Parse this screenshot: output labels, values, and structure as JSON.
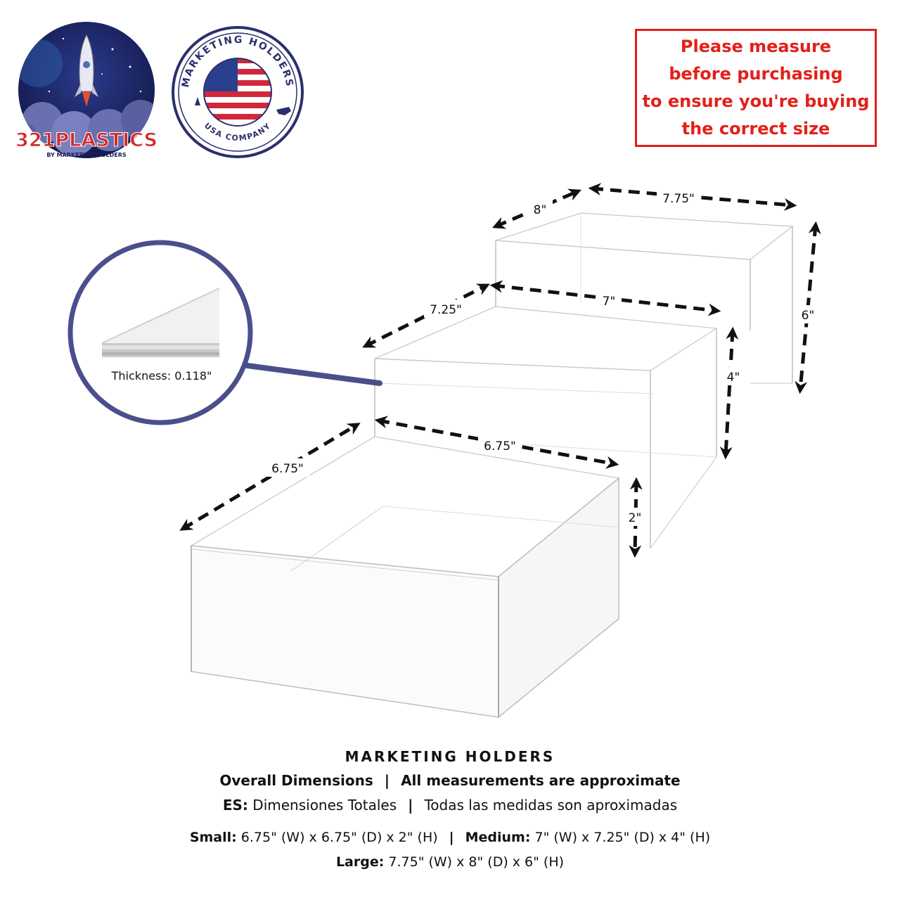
{
  "logos": {
    "plastics_main": "321PLASTICS",
    "plastics_sub": "BY MARKETING HOLDERS",
    "badge_top": "MARKETING HOLDERS",
    "badge_bottom": "USA COMPANY"
  },
  "notice": {
    "lines": [
      "Please measure",
      "before purchasing",
      "to ensure you're buying",
      "the correct size"
    ],
    "color": "#e32019"
  },
  "callout": {
    "thickness_label": "Thickness: 0.118\"",
    "ring_color": "#4a4f8c"
  },
  "dimensions": {
    "large": {
      "depth": "8\"",
      "width": "7.75\"",
      "height": "6\""
    },
    "medium": {
      "depth": "7.25\"",
      "width": "7\"",
      "height": "4\""
    },
    "small": {
      "depth": "6.75\"",
      "width": "6.75\"",
      "height": "2\""
    }
  },
  "footer": {
    "brand": "MARKETING  HOLDERS",
    "overall": "Overall Dimensions",
    "approx": "All measurements are approximate",
    "es_label": "ES:",
    "es_overall": "Dimensiones Totales",
    "es_approx": "Todas las medidas son aproximadas",
    "small_label": "Small:",
    "small_value": "6.75\" (W) x 6.75\" (D) x 2\" (H)",
    "medium_label": "Medium:",
    "medium_value": "7\" (W) x 7.25\" (D) x 4\" (H)",
    "large_label": "Large:",
    "large_value": "7.75\" (W) x 8\" (D) x 6\" (H)",
    "separator": "|"
  }
}
